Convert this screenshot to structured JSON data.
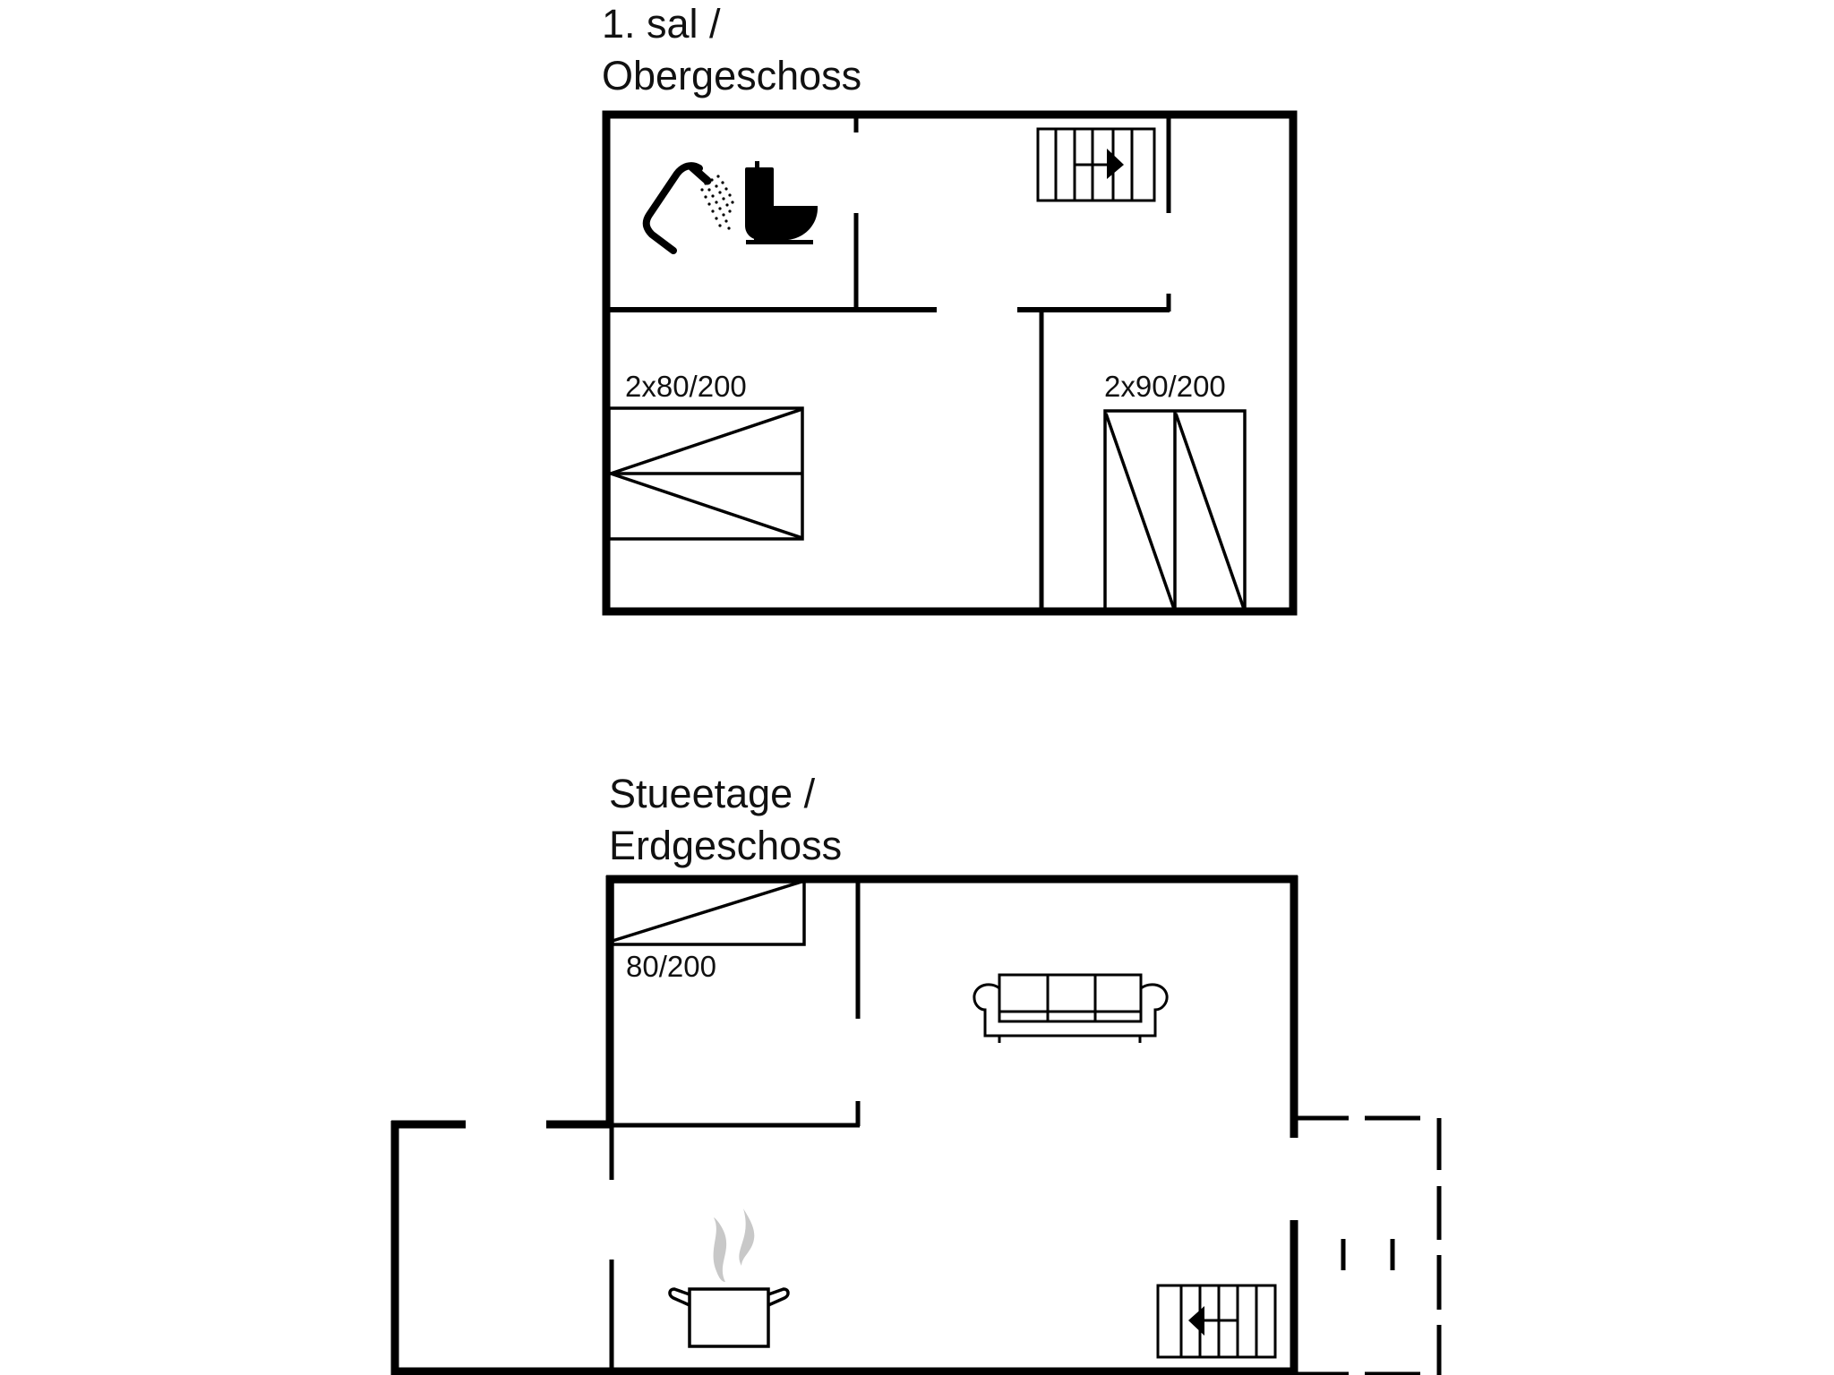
{
  "floors": {
    "upper": {
      "label_line1": "1. sal /",
      "label_line2": "Obergeschoss",
      "beds": [
        {
          "label": "2x80/200"
        },
        {
          "label": "2x90/200"
        }
      ],
      "fixtures": [
        "shower-icon",
        "toilet-icon",
        "stair-up-icon"
      ]
    },
    "ground": {
      "label_line1": "Stueetage /",
      "label_line2": "Erdgeschoss",
      "beds": [
        {
          "label": "80/200"
        }
      ],
      "fixtures": [
        "sofa-icon",
        "cooking-pot-icon",
        "stair-icon",
        "terrace-dashed-outline"
      ]
    }
  },
  "colors": {
    "wall": "#000000",
    "background": "#ffffff",
    "steam": "#c8c8c8"
  }
}
